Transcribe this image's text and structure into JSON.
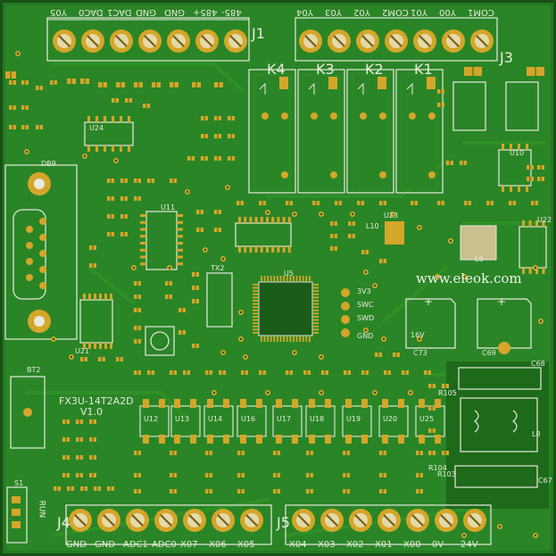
{
  "board": {
    "model": "FX3U-14T2A2D",
    "version": "V1.0",
    "watermark": "www.eleok.com",
    "run_switch": "RUN"
  },
  "connectors": {
    "j1": {
      "ref": "J1",
      "pins": [
        "Y05",
        "DAC0",
        "DAC1",
        "GND",
        "GND",
        "485+",
        "485-"
      ]
    },
    "j3": {
      "ref": "J3",
      "pins": [
        "COM1",
        "Y00",
        "Y01",
        "COM2",
        "Y02",
        "Y03",
        "Y04"
      ]
    },
    "j4": {
      "ref": "J4",
      "pins": [
        "GND",
        "GND",
        "ADC1",
        "ADC0",
        "X07",
        "X06",
        "X05"
      ]
    },
    "j5": {
      "ref": "J5",
      "pins": [
        "X04",
        "X03",
        "X02",
        "X01",
        "X00",
        "0V",
        "24V"
      ]
    }
  },
  "relays": [
    "K4",
    "K3",
    "K2",
    "K1"
  ],
  "optos": [
    "U12",
    "U13",
    "U14",
    "U16",
    "U17",
    "U18",
    "U19",
    "U20",
    "U25"
  ],
  "labels": {
    "u5": "U5",
    "u11": "U11",
    "u21": "U21",
    "u22": "U22",
    "u23": "U23",
    "u24": "U24",
    "u10": "U10",
    "tx2": "TX2",
    "bt2": "BT2",
    "s1": "S1",
    "db9": "DB9",
    "l8": "L8",
    "l9": "L9",
    "l10": "L10",
    "c73": "C73",
    "c69": "C69",
    "c67": "C67",
    "c68": "C68",
    "cap_voltage": "16V",
    "swd_3v3": "3V3",
    "swd_swc": "SWC",
    "swd_swd": "SWD",
    "swd_gnd": "GND",
    "r105": "R105",
    "r103": "R103",
    "r104": "R104"
  },
  "colors": {
    "board": "#237a1f",
    "silk": "#e9eadf",
    "pad": "#d4a62a"
  }
}
